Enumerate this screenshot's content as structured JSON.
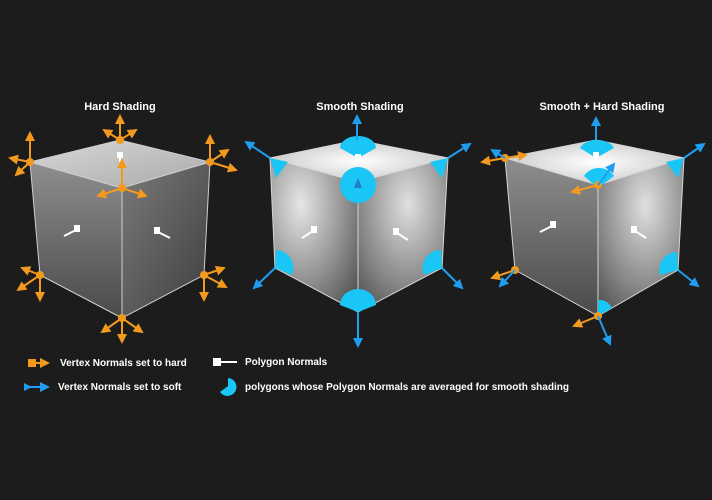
{
  "panels": [
    {
      "title": "Hard Shading",
      "mode": "hard"
    },
    {
      "title": "Smooth Shading",
      "mode": "smooth"
    },
    {
      "title": "Smooth + Hard Shading",
      "mode": "mixed"
    }
  ],
  "legend": {
    "hard_vertex": "Vertex Normals set to hard",
    "soft_vertex": "Vertex Normals set to soft",
    "polygon_normals": "Polygon Normals",
    "averaged": "polygons whose Polygon Normals are averaged for smooth shading"
  },
  "colors": {
    "background": "#1c1c1c",
    "hard": "#f39a1e",
    "soft": "#1f9df0",
    "highlight": "#19c6f5",
    "polygon_normal": "#ffffff"
  }
}
